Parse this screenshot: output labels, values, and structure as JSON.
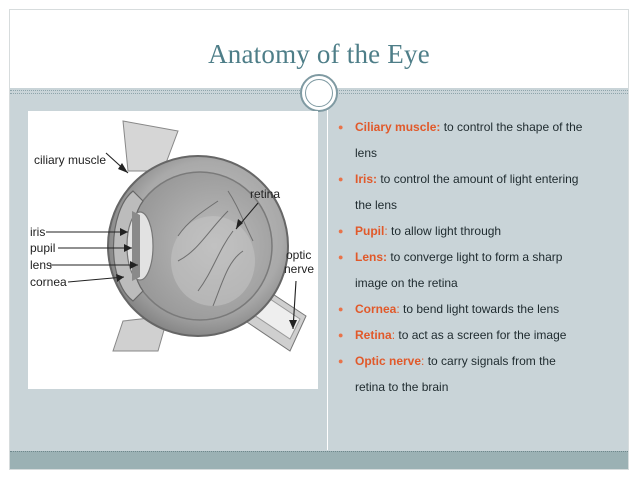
{
  "slide": {
    "title": "Anatomy of the Eye"
  },
  "colors": {
    "accent_term": "#e1592a",
    "title": "#4e7e88",
    "background": "#c9d4d8",
    "band": "#9bb1b4"
  },
  "diagram": {
    "labels": {
      "ciliary_muscle": "ciliary muscle",
      "retina": "retina",
      "iris": "iris",
      "pupil": "pupil",
      "lens": "lens",
      "cornea": "cornea",
      "optic_nerve_line1": "optic",
      "optic_nerve_line2": "nerve"
    }
  },
  "bullets": [
    {
      "term": "Ciliary muscle",
      "sep": ":",
      "line1": " to control the shape of the",
      "line2": "lens"
    },
    {
      "term": "Iris:",
      "sep": "",
      "line1": " to control the amount of light entering",
      "line2": "the lens"
    },
    {
      "term": "Pupil",
      "sep": ":",
      "line1": " to allow light through",
      "line2": ""
    },
    {
      "term": "Lens:",
      "sep": "",
      "line1": " to converge light to form a sharp",
      "line2": "image on the retina"
    },
    {
      "term": "Cornea",
      "sep": ":",
      "line1": " to bend light towards the lens",
      "line2": ""
    },
    {
      "term": "Retina",
      "sep": ":",
      "line1": " to act as a screen for the image",
      "line2": ""
    },
    {
      "term": "Optic nerve",
      "sep": ":",
      "line1": " to carry signals from the",
      "line2": "retina to the brain"
    }
  ]
}
